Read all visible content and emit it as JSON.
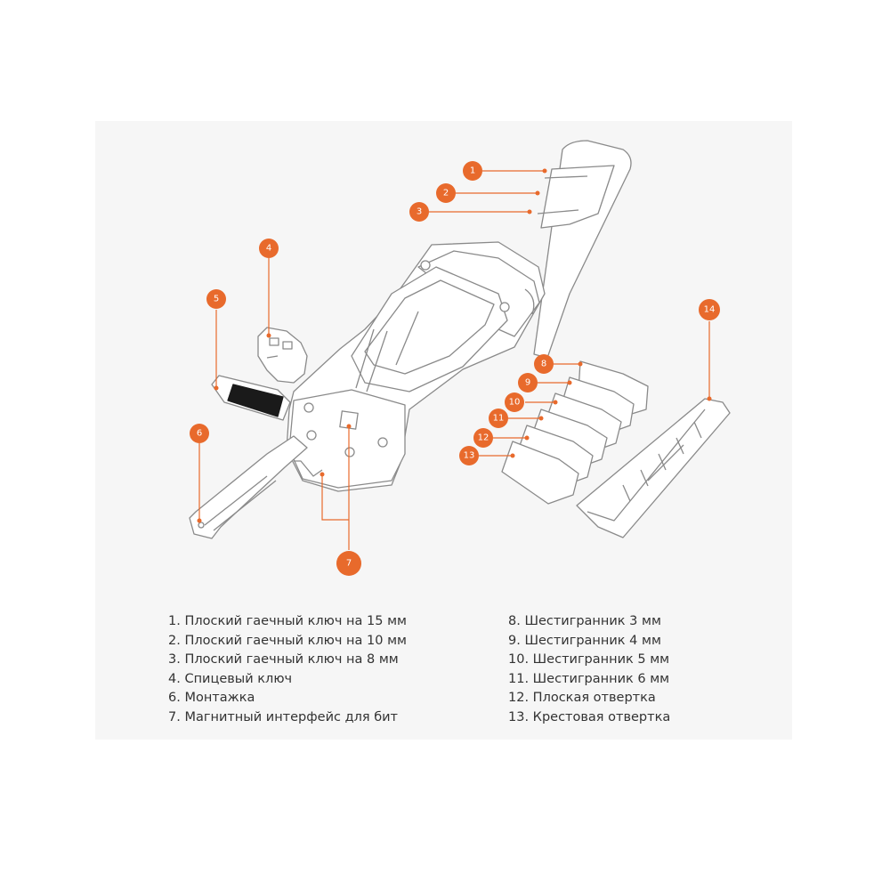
{
  "colors": {
    "accent": "#e86a2c",
    "line_art": "#8a8a8a",
    "text": "#333333",
    "panel_bg": "#f6f6f6"
  },
  "callouts": [
    "1",
    "2",
    "3",
    "4",
    "5",
    "6",
    "7",
    "8",
    "9",
    "10",
    "11",
    "12",
    "13",
    "14"
  ],
  "legend_left": [
    "1. Плоский гаечный ключ на 15 мм",
    "2. Плоский гаечный ключ на 10 мм",
    "3. Плоский гаечный ключ на 8 мм",
    "4. Спицевый ключ",
    "6. Монтажка",
    "7. Магнитный интерфейс для бит"
  ],
  "legend_right": [
    "8. Шестигранник 3 мм",
    "9. Шестигранник 4 мм",
    "10. Шестигранник 5 мм",
    "11. Шестигранник 6 мм",
    "12. Плоская отвертка",
    "13. Крестовая отвертка"
  ]
}
